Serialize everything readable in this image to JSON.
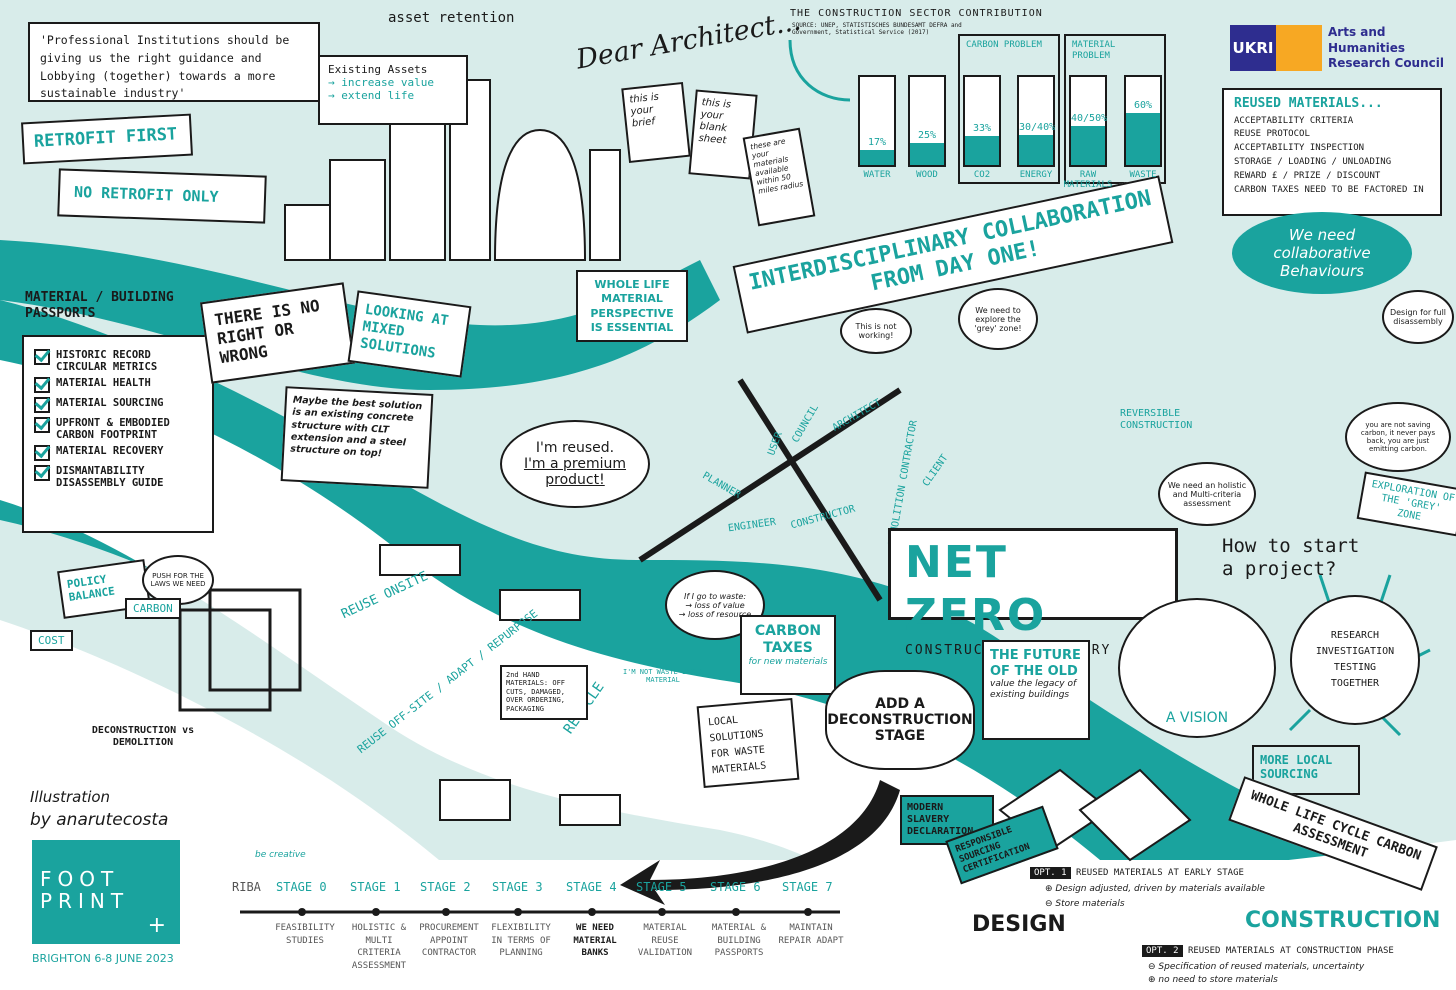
{
  "colors": {
    "accent": "#1aa39e",
    "background": "#d8ecea",
    "ink": "#1a1a1a",
    "ukri_purple": "#2e2d8f",
    "ukri_orange": "#f7a823"
  },
  "quote": "'Professional Institutions should be giving us the right guidance and Lobbying (together) towards a more sustainable industry'",
  "asset_retention": "asset retention",
  "existing_assets": {
    "title": "Existing Assets",
    "item1": "→ increase value",
    "item2": "→ extend life"
  },
  "retrofit": {
    "first": "RETROFIT FIRST",
    "only": "NO RETROFIT ONLY"
  },
  "dear_architect": "Dear Architect...",
  "brief": {
    "p1": "this is your brief",
    "p2": "this is your blank sheet",
    "p3": "these are your materials available within 50 miles radius"
  },
  "sector": {
    "title": "THE CONSTRUCTION SECTOR CONTRIBUTION",
    "source": "SOURCE: UNEP, STATISTISCHES BUNDESAMT DEFRA and Government, Statistical Service (2017)",
    "carbon_problem": "CARBON PROBLEM",
    "material_problem": "MATERIAL PROBLEM"
  },
  "chart_data": {
    "type": "bar",
    "title": "THE CONSTRUCTION SECTOR CONTRIBUTION",
    "categories": [
      "WATER",
      "WOOD",
      "CO2",
      "ENERGY",
      "RAW MATERIALS",
      "WASTE"
    ],
    "labels": [
      "17%",
      "25%",
      "33%",
      "30/40%",
      "40/50%",
      "60%"
    ],
    "values": [
      17,
      25,
      33,
      35,
      45,
      60
    ],
    "ylim": [
      0,
      100
    ]
  },
  "ukri": {
    "logo_text": "UKRI",
    "council": "Arts and Humanities Research Council"
  },
  "reused": {
    "title": "REUSED MATERIALS...",
    "items": [
      "ACCEPTABILITY CRITERIA",
      "REUSE PROTOCOL",
      "ACCEPTABILITY INSPECTION",
      "STORAGE / LOADING / UNLOADING",
      "REWARD £ / PRIZE / DISCOUNT",
      "CARBON TAXES NEED TO BE FACTORED IN"
    ]
  },
  "collab_banner": "INTERDISCIPLINARY COLLABORATION FROM DAY ONE!",
  "collab_behaviours": "We need collaborative Behaviours",
  "disassembly": "Design for full disassembly",
  "whole_life": "WHOLE LIFE MATERIAL PERSPECTIVE IS ESSENTIAL",
  "passports": {
    "title": "MATERIAL / BUILDING PASSPORTS",
    "items": [
      "HISTORIC RECORD CIRCULAR METRICS",
      "MATERIAL HEALTH",
      "MATERIAL SOURCING",
      "UPFRONT & EMBODIED CARBON FOOTPRINT",
      "MATERIAL RECOVERY",
      "DISMANTABILITY DISASSEMBLY GUIDE"
    ]
  },
  "no_right": "THERE IS NO RIGHT OR WRONG",
  "mixed": "LOOKING AT MIXED SOLUTIONS",
  "maybe": "Maybe the best solution is an existing concrete structure with CLT extension and a steel structure on top!",
  "reused_bubble": {
    "line1": "I'm reused.",
    "line2": "I'm a premium product!"
  },
  "this_not_working": "This is not working!",
  "grey_zone": "We need to explore the 'grey' zone!",
  "roles": {
    "user": "USER",
    "council": "COUNCIL",
    "architect": "ARCHITECT",
    "planner": "PLANNER",
    "client": "CLIENT",
    "engineer": "ENGINEER",
    "constructor": "CONSTRUCTOR",
    "demolition": "DEMOLITION CONTRACTOR"
  },
  "reversible": "REVERSIBLE CONSTRUCTION",
  "holistic": "We need an holistic and Multi-criteria assessment",
  "not_saving": "you are not saving carbon, it never pays back, you are just emitting carbon.",
  "exploration": "EXPLORATION OF THE 'GREY' ZONE",
  "net_zero": {
    "title": "NET ZERO",
    "subtitle": "CONSTRUCTION INDUSTRY"
  },
  "how_start": "How to start a project?",
  "research": "RESEARCH INVESTIGATION TESTING TOGETHER",
  "vision": "A VISION",
  "policy": {
    "balance": "POLICY BALANCE",
    "push": "PUSH FOR THE LAWS WE NEED",
    "cost": "COST",
    "carbon": "CARBON"
  },
  "deconstruction_vs": "DECONSTRUCTION vs DEMOLITION",
  "reuse_onsite": "REUSE ONSITE",
  "reuse_offsite": "REUSE OFF-SITE / ADAPT / REPURPOSE",
  "recycle": "RECYCLE",
  "second_hand": "2nd HAND MATERIALS: OFF CUTS, DAMAGED, OVER ORDERING, PACKAGING",
  "waste_bubble": {
    "line1": "If I go to waste:",
    "line2": "→ loss of value",
    "line3": "→ loss of resource"
  },
  "not_waste": "I'M NOT WASTE I'M A MATERIAL",
  "carbon_taxes": {
    "title": "CARBON TAXES",
    "sub": "for new materials"
  },
  "local_solutions": "LOCAL SOLUTIONS FOR WASTE MATERIALS",
  "add_deconstruction": "ADD A DECONSTRUCTION STAGE",
  "future_old": {
    "title": "THE FUTURE OF THE OLD",
    "sub": "value the legacy of existing buildings"
  },
  "modern_slavery": "MODERN SLAVERY DECLARATION",
  "responsible": "RESPONSIBLE SOURCING CERTIFICATION",
  "more_local": "MORE LOCAL SOURCING",
  "whole_cycle": "WHOLE LIFE CYCLE CARBON ASSESSMENT",
  "credit": {
    "illustration": "Illustration",
    "by": "by anarutecosta",
    "be_creative": "be creative"
  },
  "footprint": {
    "line1": "FOOT",
    "line2": "PRINT",
    "plus": "+",
    "dates": "BRIGHTON 6-8 JUNE 2023"
  },
  "riba": {
    "label": "RIBA",
    "stages": [
      "STAGE 0",
      "STAGE 1",
      "STAGE 2",
      "STAGE 3",
      "STAGE 4",
      "STAGE 5",
      "STAGE 6",
      "STAGE 7"
    ],
    "descs": [
      "FEASIBILITY STUDIES",
      "HOLISTIC & MULTI CRITERIA ASSESSMENT",
      "PROCUREMENT APPOINT CONTRACTOR",
      "FLEXIBILITY IN TERMS OF PLANNING",
      "WE NEED MATERIAL BANKS",
      "MATERIAL REUSE VALIDATION",
      "MATERIAL & BUILDING PASSPORTS",
      "MAINTAIN REPAIR ADAPT"
    ]
  },
  "design": "DESIGN",
  "construction": "CONSTRUCTION",
  "opt1": {
    "tag": "OPT. 1",
    "title": "REUSED MATERIALS AT EARLY STAGE",
    "plus": "Design adjusted, driven by materials available",
    "minus": "Store materials"
  },
  "opt2": {
    "tag": "OPT. 2",
    "title": "REUSED MATERIALS AT CONSTRUCTION PHASE",
    "minus": "Specification of reused materials, uncertainty",
    "plus": "no need to store materials"
  }
}
